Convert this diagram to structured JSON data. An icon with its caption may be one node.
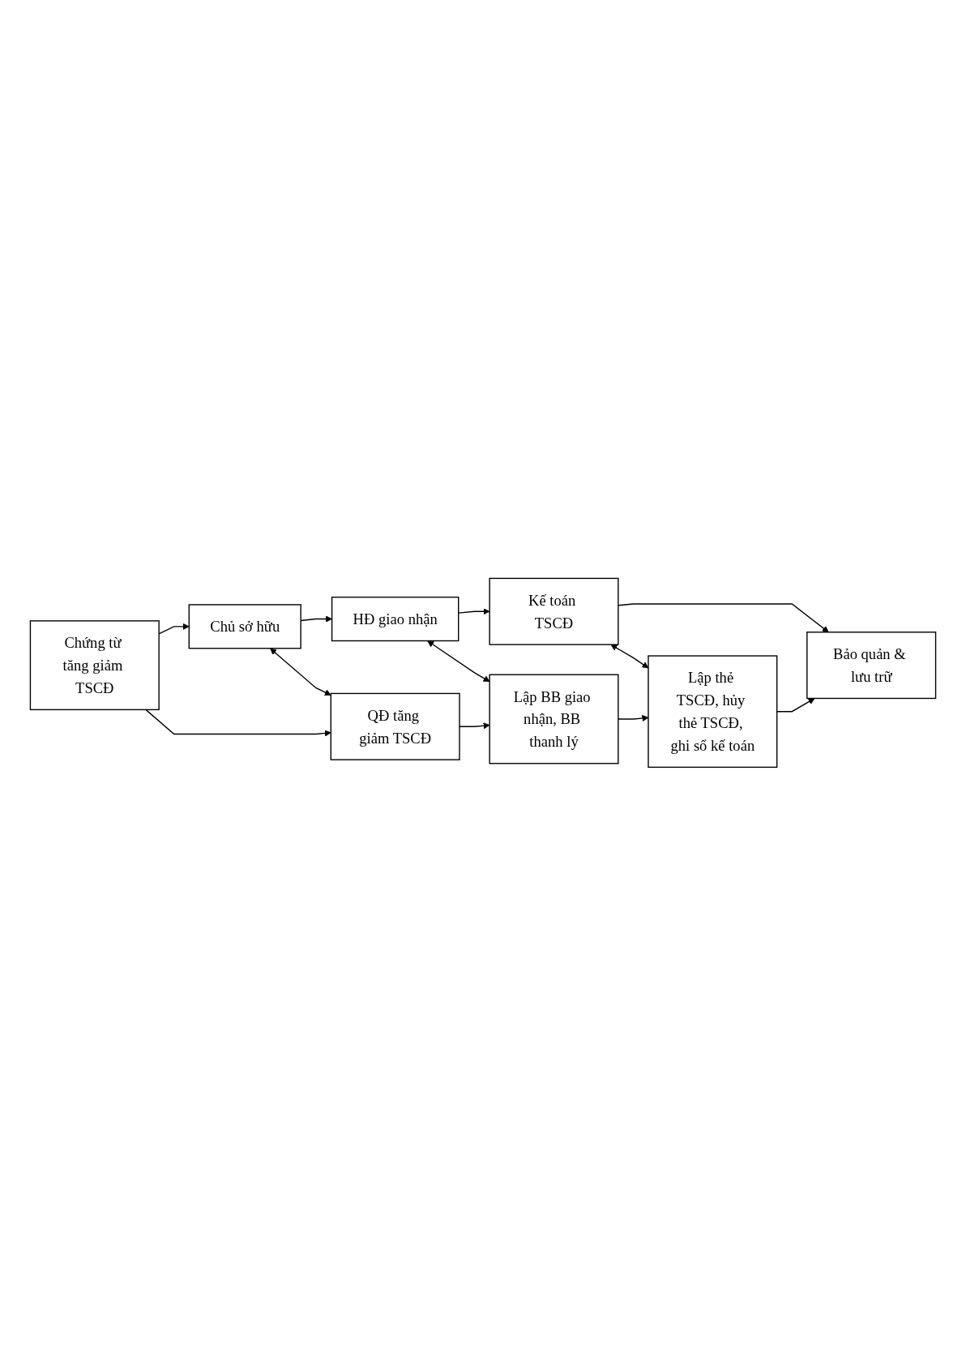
{
  "diagram": {
    "nodes": [
      {
        "text": [
          "Chứng từ tăng giảm TSCĐ"
        ]
      },
      {
        "text": [
          "Chủ sở hữu"
        ]
      },
      {
        "text": [
          "HĐ giao nhận"
        ]
      },
      {
        "text": [
          "Kế toán TSCĐ"
        ]
      },
      {
        "text": [
          "QĐ tăng giảm TSCĐ"
        ]
      },
      {
        "text": [
          "Lập BB giao nhận, BB thanh lý"
        ]
      },
      {
        "text": [
          "Lập thẻ TSCĐ, hủy thẻ TSCĐ, ghi sổ kế toán"
        ]
      },
      {
        "text": [
          "Bảo quản & lưu trữ"
        ]
      }
    ],
    "edges": [
      {
        "from": 0,
        "to": 1,
        "arrow": "to"
      },
      {
        "from": 0,
        "to": 4,
        "arrow": "to"
      },
      {
        "from": 1,
        "to": 2,
        "arrow": "to"
      },
      {
        "from": 2,
        "to": 3,
        "arrow": "to"
      },
      {
        "from": 3,
        "to": 7,
        "arrow": "to"
      },
      {
        "from": 4,
        "to": 5,
        "arrow": "to"
      },
      {
        "from": 5,
        "to": 6,
        "arrow": "to"
      },
      {
        "from": 6,
        "to": 7,
        "arrow": "to"
      },
      {
        "from": 1,
        "to": 4,
        "arrow": "both"
      },
      {
        "from": 2,
        "to": 5,
        "arrow": "both"
      },
      {
        "from": 3,
        "to": 6,
        "arrow": "both"
      }
    ]
  }
}
